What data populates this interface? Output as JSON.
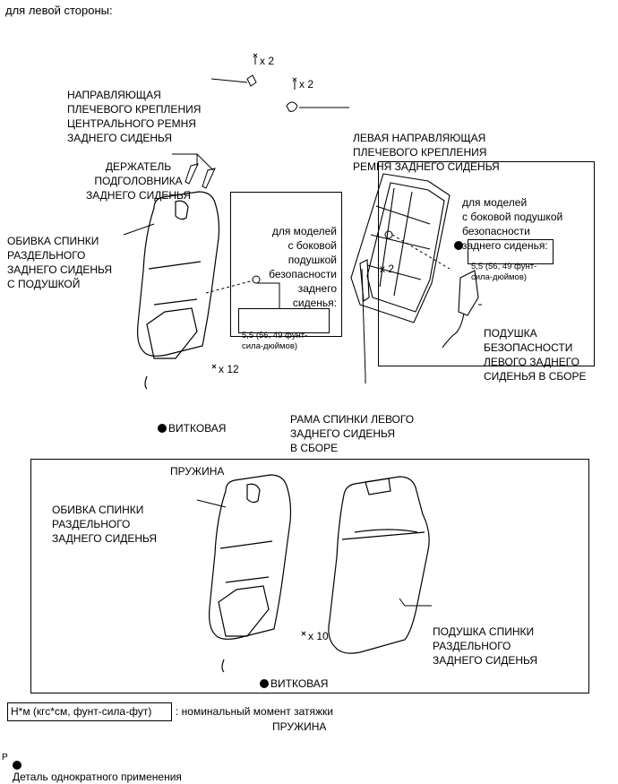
{
  "header": "для левой стороны:",
  "top": {
    "guide_center": [
      "НАПРАВЛЯЮЩАЯ",
      "ПЛЕЧЕВОГО КРЕПЛЕНИЯ",
      "ЦЕНТРАЛЬНОГО РЕМНЯ",
      "ЗАДНЕГО СИДЕНЬЯ"
    ],
    "qty_a": "x 2",
    "qty_b": "x 2",
    "guide_left": [
      "ЛЕВАЯ НАПРАВЛЯЮЩАЯ",
      "ПЛЕЧЕВОГО КРЕПЛЕНИЯ",
      "РЕМНЯ ЗАДНЕГО СИДЕНЬЯ"
    ],
    "headrest_holder": [
      "ДЕРЖАТЕЛЬ",
      "ПОДГОЛОВНИКА",
      "ЗАДНЕГО СИДЕНЬЯ"
    ],
    "cover_with_pad": [
      "ОБИВКА СПИНКИ",
      "РАЗДЕЛЬНОГО",
      "ЗАДНЕГО СИДЕНЬЯ",
      "С ПОДУШКОЙ"
    ],
    "models_mid": [
      "для моделей",
      "с боковой",
      "подушкой",
      "безопасности",
      "заднего",
      "сиденья:"
    ],
    "torque_mid": [
      "5,5 (56, 49 фунт-",
      "сила-дюймов)"
    ],
    "models_right": [
      "для моделей",
      "с боковой подушкой",
      "безопасности",
      "заднего сиденья:"
    ],
    "torque_right": [
      "5,5 (56, 49 фунт-",
      "сила-дюймов)"
    ],
    "qty_c": "x 2",
    "airbag": [
      "ПОДУШКА",
      "БЕЗОПАСНОСТИ",
      "ЛЕВОГО ЗАДНЕГО",
      "СИДЕНЬЯ В СБОРЕ"
    ],
    "qty_d": "x 12",
    "spring": [
      "ВИТКОВАЯ",
      "ПРУЖИНА"
    ],
    "frame": [
      "РАМА СПИНКИ ЛЕВОГО",
      "ЗАДНЕГО СИДЕНЬЯ",
      "В СБОРЕ"
    ]
  },
  "bottom": {
    "cover": [
      "ОБИВКА СПИНКИ",
      "РАЗДЕЛЬНОГО",
      "ЗАДНЕГО СИДЕНЬЯ"
    ],
    "pad": [
      "ПОДУШКА СПИНКИ",
      "РАЗДЕЛЬНОГО",
      "ЗАДНЕГО СИДЕНЬЯ"
    ],
    "qty": "x 10",
    "spring": [
      "ВИТКОВАЯ",
      "ПРУЖИНА"
    ]
  },
  "legend": {
    "unit": "Н*м (кгс*см, фунт-сила-фут)",
    "unit_desc": ": номинальный момент затяжки",
    "single_use": "Деталь однократного применения"
  },
  "corner": "P"
}
